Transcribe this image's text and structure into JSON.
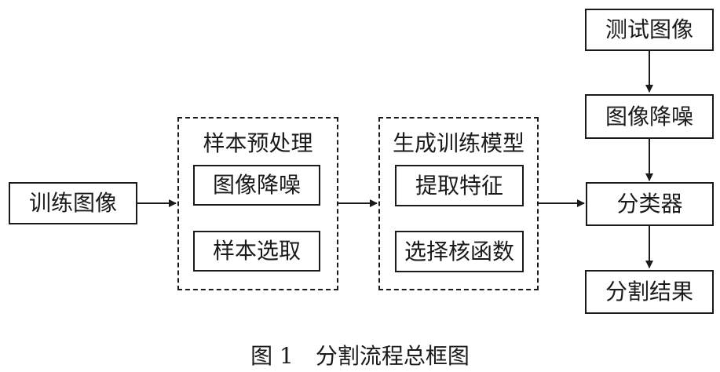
{
  "nodes": {
    "train_image": "训练图像",
    "sample_preprocess": {
      "title": "样本预处理",
      "items": [
        "图像降噪",
        "样本选取"
      ]
    },
    "gen_model": {
      "title": "生成训练模型",
      "items": [
        "提取特征",
        "选择核函数"
      ]
    },
    "test_image": "测试图像",
    "test_denoise": "图像降噪",
    "classifier": "分类器",
    "result": "分割结果"
  },
  "caption": "图 1　分割流程总框图"
}
